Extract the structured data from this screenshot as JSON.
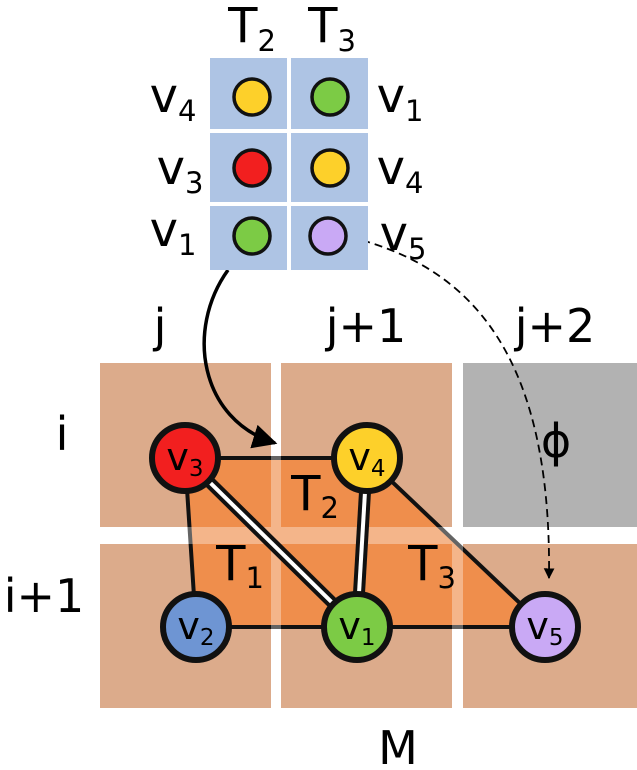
{
  "palette": {
    "cell_brown": "#dcab8b",
    "cell_gray": "#b2b2b2",
    "triangle_fill": "#ef8e4c",
    "table_blue": "#aec4e4",
    "red": "#f21f1f",
    "yellow": "#fdd02a",
    "green": "#7ccb45",
    "blue": "#6e95d3",
    "purple": "#c9a9f5"
  },
  "table": {
    "col_headers": [
      {
        "base": "T",
        "sub": "2"
      },
      {
        "base": "T",
        "sub": "3"
      }
    ],
    "rows": [
      {
        "left": {
          "base": "v",
          "sub": "4"
        },
        "right": {
          "base": "v",
          "sub": "1"
        },
        "colors": [
          "yellow",
          "green"
        ]
      },
      {
        "left": {
          "base": "v",
          "sub": "3"
        },
        "right": {
          "base": "v",
          "sub": "4"
        },
        "colors": [
          "red",
          "yellow"
        ]
      },
      {
        "left": {
          "base": "v",
          "sub": "1"
        },
        "right": {
          "base": "v",
          "sub": "5"
        },
        "colors": [
          "green",
          "purple"
        ]
      }
    ]
  },
  "grid": {
    "col_labels": [
      "j",
      "j+1",
      "j+2"
    ],
    "row_labels": [
      "i",
      "i+1"
    ],
    "empty_symbol": "ϕ",
    "mesh_label": "M"
  },
  "triangles": [
    {
      "base": "T",
      "sub": "1"
    },
    {
      "base": "T",
      "sub": "2"
    },
    {
      "base": "T",
      "sub": "3"
    }
  ],
  "vertices": [
    {
      "id": "v3",
      "base": "v",
      "sub": "3",
      "color": "red"
    },
    {
      "id": "v4",
      "base": "v",
      "sub": "4",
      "color": "yellow"
    },
    {
      "id": "v2",
      "base": "v",
      "sub": "2",
      "color": "blue"
    },
    {
      "id": "v1",
      "base": "v",
      "sub": "1",
      "color": "green"
    },
    {
      "id": "v5",
      "base": "v",
      "sub": "5",
      "color": "purple"
    }
  ]
}
